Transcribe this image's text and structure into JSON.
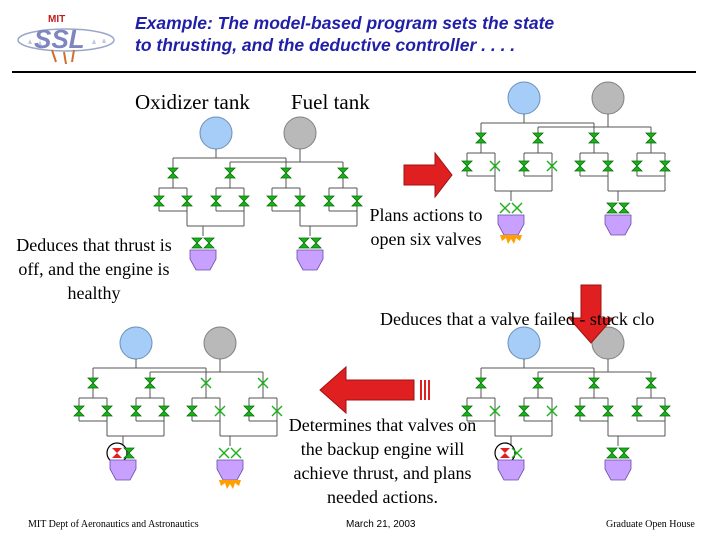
{
  "slide": {
    "title_line1": "Example: The model-based program sets the state",
    "title_line2": "to thrusting, and the deductive controller . . . .",
    "logo_text": "MIT SSL"
  },
  "labels": {
    "oxidizer_tank": "Oxidizer tank",
    "fuel_tank": "Fuel tank",
    "step1": "Deduces that thrust is off, and the engine is healthy",
    "step2": "Plans actions to open six valves",
    "step3": "Deduces that a valve failed - stuck clo",
    "step4": "Determines that valves on the backup engine will achieve thrust, and plans needed actions."
  },
  "footer": {
    "left": "MIT Dept of Aeronautics and Astronautics",
    "center": "March 21, 2003",
    "right": "Graduate Open House"
  },
  "colors": {
    "title": "#1f1fa8",
    "oxidizer_tank": "#a6cdf7",
    "fuel_tank": "#b9b9b9",
    "valve_open": "#19b319",
    "engine": "#c8a0ff",
    "flame": "#ffa000",
    "arrow": "#e02020",
    "stuck_valve": "#e02020"
  }
}
